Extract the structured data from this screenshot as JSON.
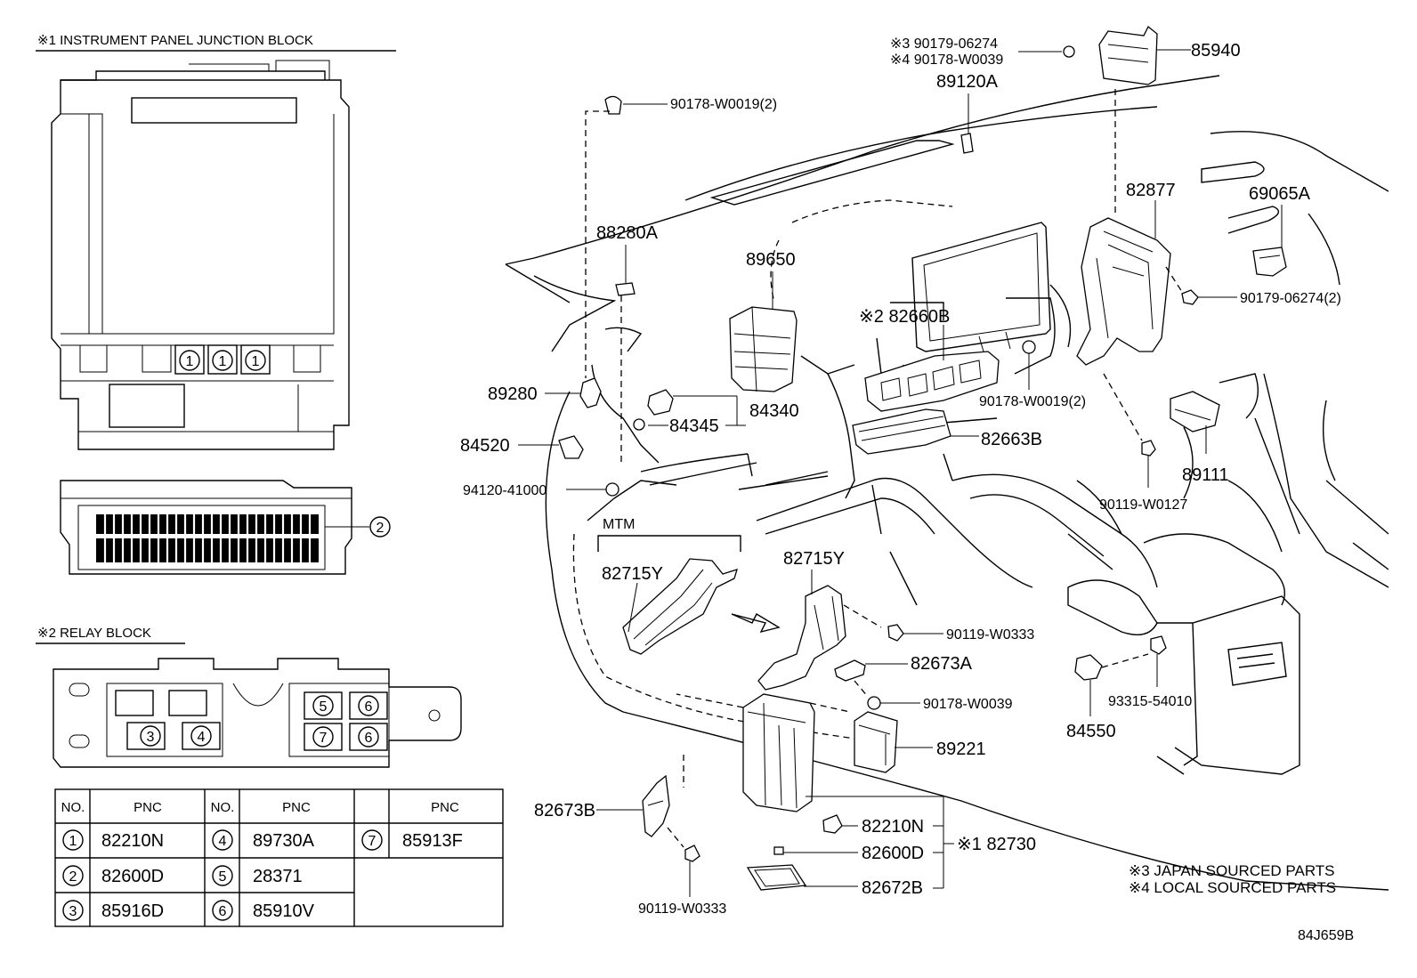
{
  "sections": {
    "ip_junction_block": {
      "title": "※1 INSTRUMENT PANEL JUNCTION BLOCK"
    },
    "relay_block": {
      "title": "※2 RELAY BLOCK"
    }
  },
  "table": {
    "headers": [
      "NO.",
      "PNC",
      "NO.",
      "PNC",
      "",
      "PNC"
    ],
    "rows": [
      [
        {
          "no": "1",
          "pnc": "82210N"
        },
        {
          "no": "4",
          "pnc": "89730A"
        },
        {
          "no": "7",
          "pnc": "85913F"
        }
      ],
      [
        {
          "no": "2",
          "pnc": "82600D"
        },
        {
          "no": "5",
          "pnc": "28371"
        }
      ],
      [
        {
          "no": "3",
          "pnc": "85916D"
        },
        {
          "no": "6",
          "pnc": "85910V"
        }
      ]
    ]
  },
  "callouts": {
    "n1": "1",
    "n2": "2",
    "n3": "3",
    "n4": "4",
    "n5": "5",
    "n6": "6",
    "n7": "7"
  },
  "parts": {
    "p85940": "85940",
    "p90179_06274_jp": "※3 90179-06274",
    "p90178_w0039_local": "※4 90178-W0039",
    "p89120a": "89120A",
    "p90178_w0019_top": "90178-W0019(2)",
    "p82877": "82877",
    "p69065a": "69065A",
    "p88280a": "88280A",
    "p89650": "89650",
    "p90179_06274_2": "90179-06274(2)",
    "p82660b": "※2 82660B",
    "p89280": "89280",
    "p84340": "84340",
    "p84345": "84345",
    "p90178_w0019_mid": "90178-W0019(2)",
    "p82663b": "82663B",
    "p84520": "84520",
    "p89111": "89111",
    "p94120_41000": "94120-41000",
    "p90119_w0127": "90119-W0127",
    "mtm": "MTM",
    "p82715y_left": "82715Y",
    "p82715y_right": "82715Y",
    "p90119_w0333_a": "90119-W0333",
    "p82673a": "82673A",
    "p90178_w0039": "90178-W0039",
    "p93315_54010": "93315-54010",
    "p84550": "84550",
    "p89221": "89221",
    "p82673b": "82673B",
    "p82210n": "82210N",
    "p82600d": "82600D",
    "p82730": "※1 82730",
    "p82672b": "82672B",
    "p90119_w0333_b": "90119-W0333"
  },
  "notes": {
    "japan": "※3 JAPAN SOURCED PARTS",
    "local": "※4 LOCAL SOURCED PARTS"
  },
  "figure_id": "84J659B"
}
